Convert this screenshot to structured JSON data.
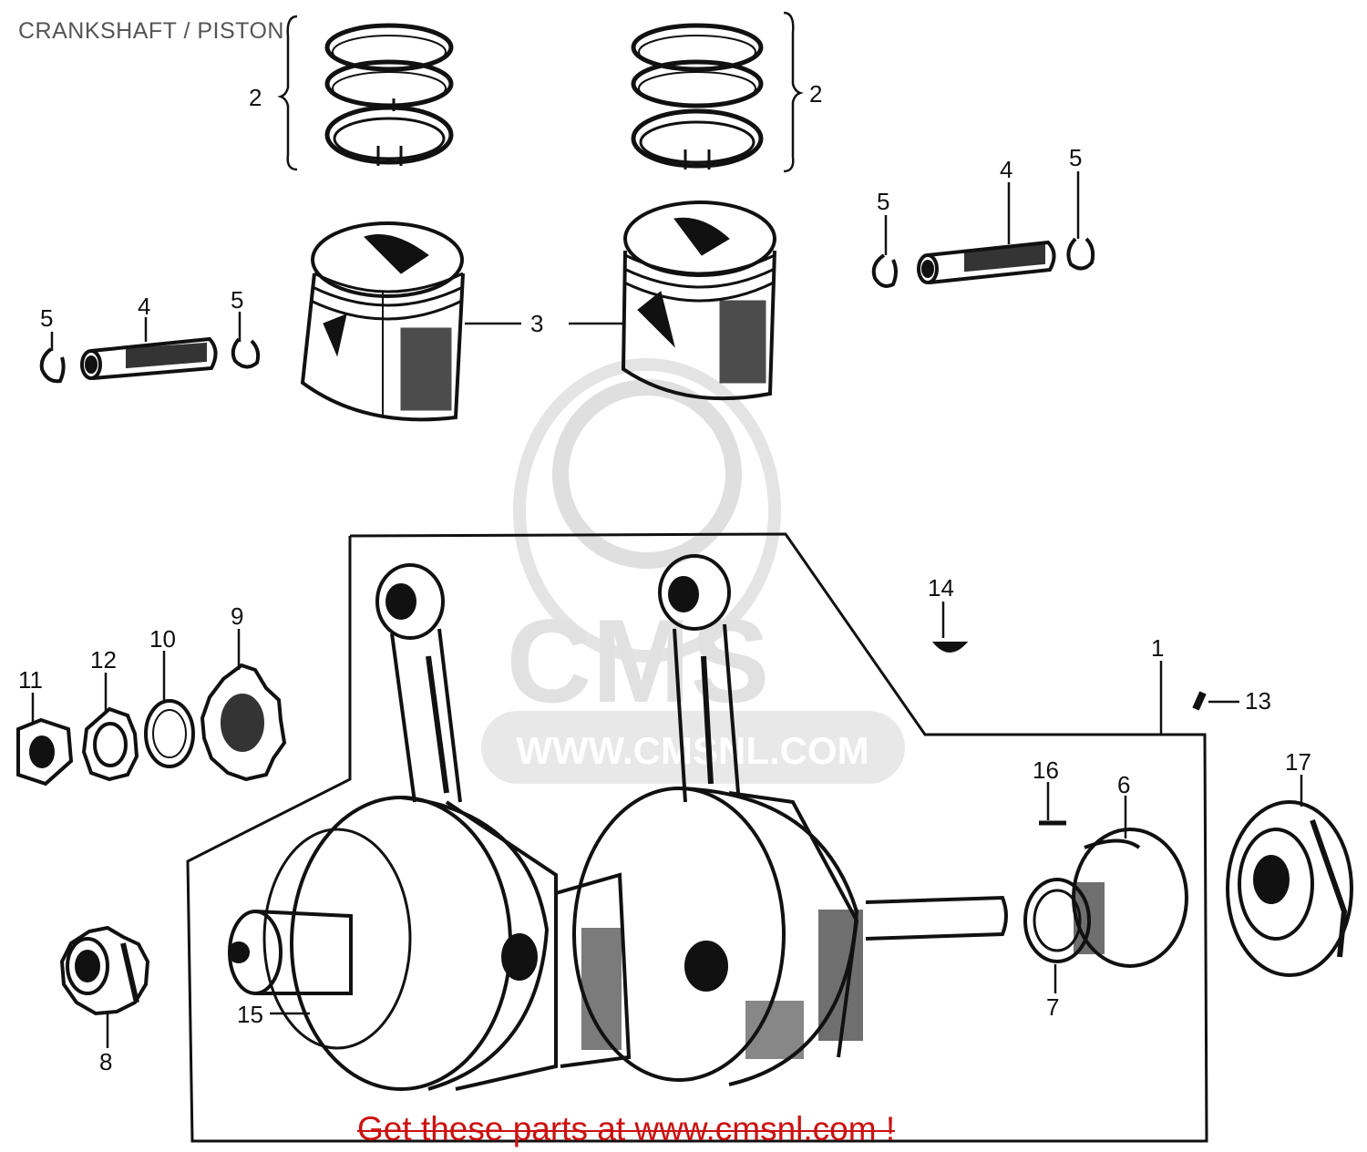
{
  "diagram": {
    "title": "CRANKSHAFT / PISTON",
    "promo_text": "Get these parts at www.cmsnl.com !",
    "watermark": {
      "logo_text": "CMS",
      "url_text": "WWW.CMSNL.COM"
    },
    "callouts": [
      "1",
      "2",
      "2",
      "3",
      "4",
      "4",
      "5",
      "5",
      "5",
      "5",
      "6",
      "7",
      "8",
      "9",
      "10",
      "11",
      "12",
      "13",
      "14",
      "15",
      "16",
      "17"
    ],
    "colors": {
      "line": "#111111",
      "promo": "#cc1111",
      "title": "#555555",
      "watermark": "#d9d9d9"
    }
  }
}
